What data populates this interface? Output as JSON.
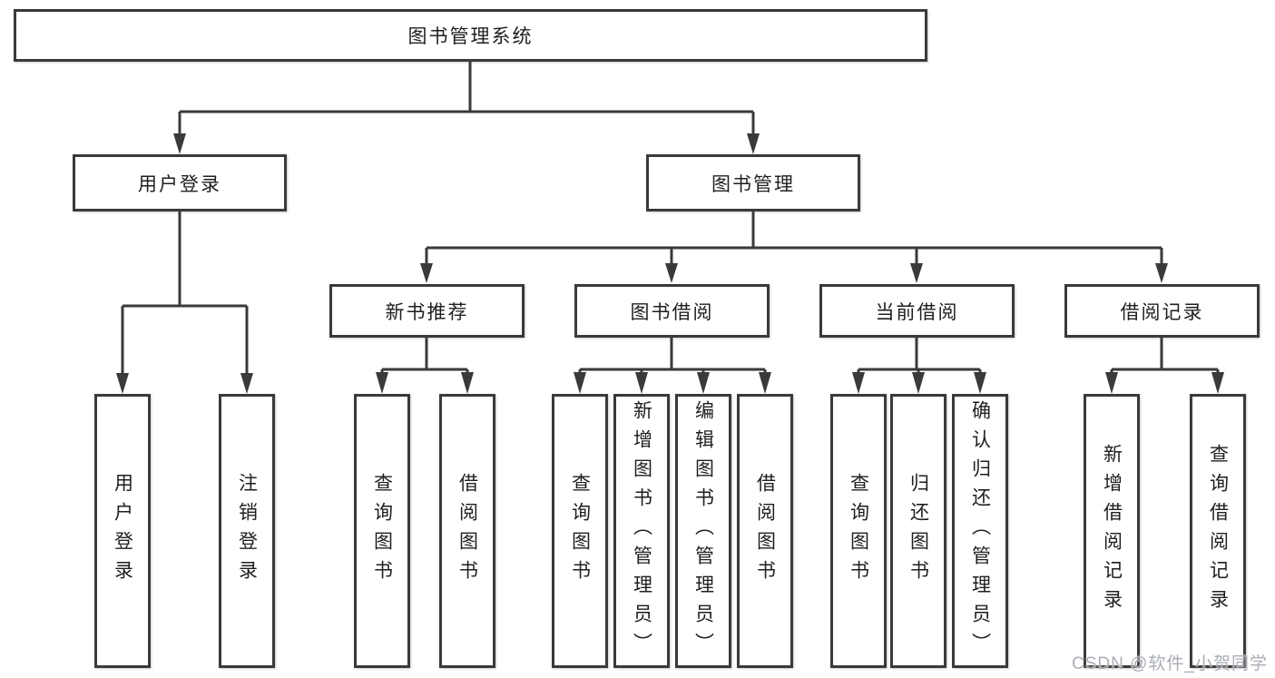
{
  "tree": {
    "label": "图书管理系统",
    "children": [
      {
        "label": "用户登录",
        "children": [
          {
            "label": "用户登录"
          },
          {
            "label": "注销登录"
          }
        ]
      },
      {
        "label": "图书管理",
        "children": [
          {
            "label": "新书推荐",
            "children": [
              {
                "label": "查询图书"
              },
              {
                "label": "借阅图书"
              }
            ]
          },
          {
            "label": "图书借阅",
            "children": [
              {
                "label": "查询图书"
              },
              {
                "label": "新增图书（管理员）"
              },
              {
                "label": "编辑图书（管理员）"
              },
              {
                "label": "借阅图书"
              }
            ]
          },
          {
            "label": "当前借阅",
            "children": [
              {
                "label": "查询图书"
              },
              {
                "label": "归还图书"
              },
              {
                "label": "确认归还（管理员）"
              }
            ]
          },
          {
            "label": "借阅记录",
            "children": [
              {
                "label": "新增借阅记录"
              },
              {
                "label": "查询借阅记录"
              }
            ]
          }
        ]
      }
    ]
  },
  "watermark": {
    "text": "CSDN @软件_小贺同学"
  },
  "colors": {
    "line": "#3a3a3a",
    "text": "#1f1f1f",
    "watermark": "#a9adb5",
    "bg": "#ffffff"
  }
}
